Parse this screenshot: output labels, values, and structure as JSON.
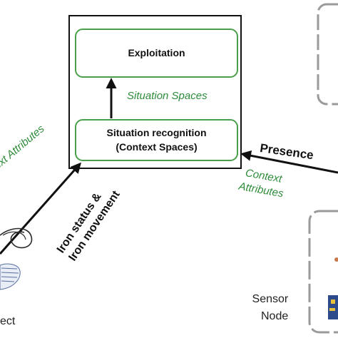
{
  "boxes": {
    "exploitation": "Exploitation",
    "recognition_line1": "Situation recognition",
    "recognition_line2": "(Context Spaces)"
  },
  "labels": {
    "situation_spaces": "Situation Spaces",
    "context_attributes_left": "ext Attributes",
    "iron_line1": "Iron status  &",
    "iron_line2": "Iron movement",
    "presence": "Presence",
    "context_attributes_right_line1": "Context",
    "context_attributes_right_line2": "Attributes",
    "sensor_line1": "Sensor",
    "sensor_line2": "Node",
    "object_fragment": "ect"
  },
  "colors": {
    "box_green": "#4aa04a",
    "text_green": "#2e8b3a",
    "gray_border": "#9a9a9a",
    "black": "#111111"
  }
}
